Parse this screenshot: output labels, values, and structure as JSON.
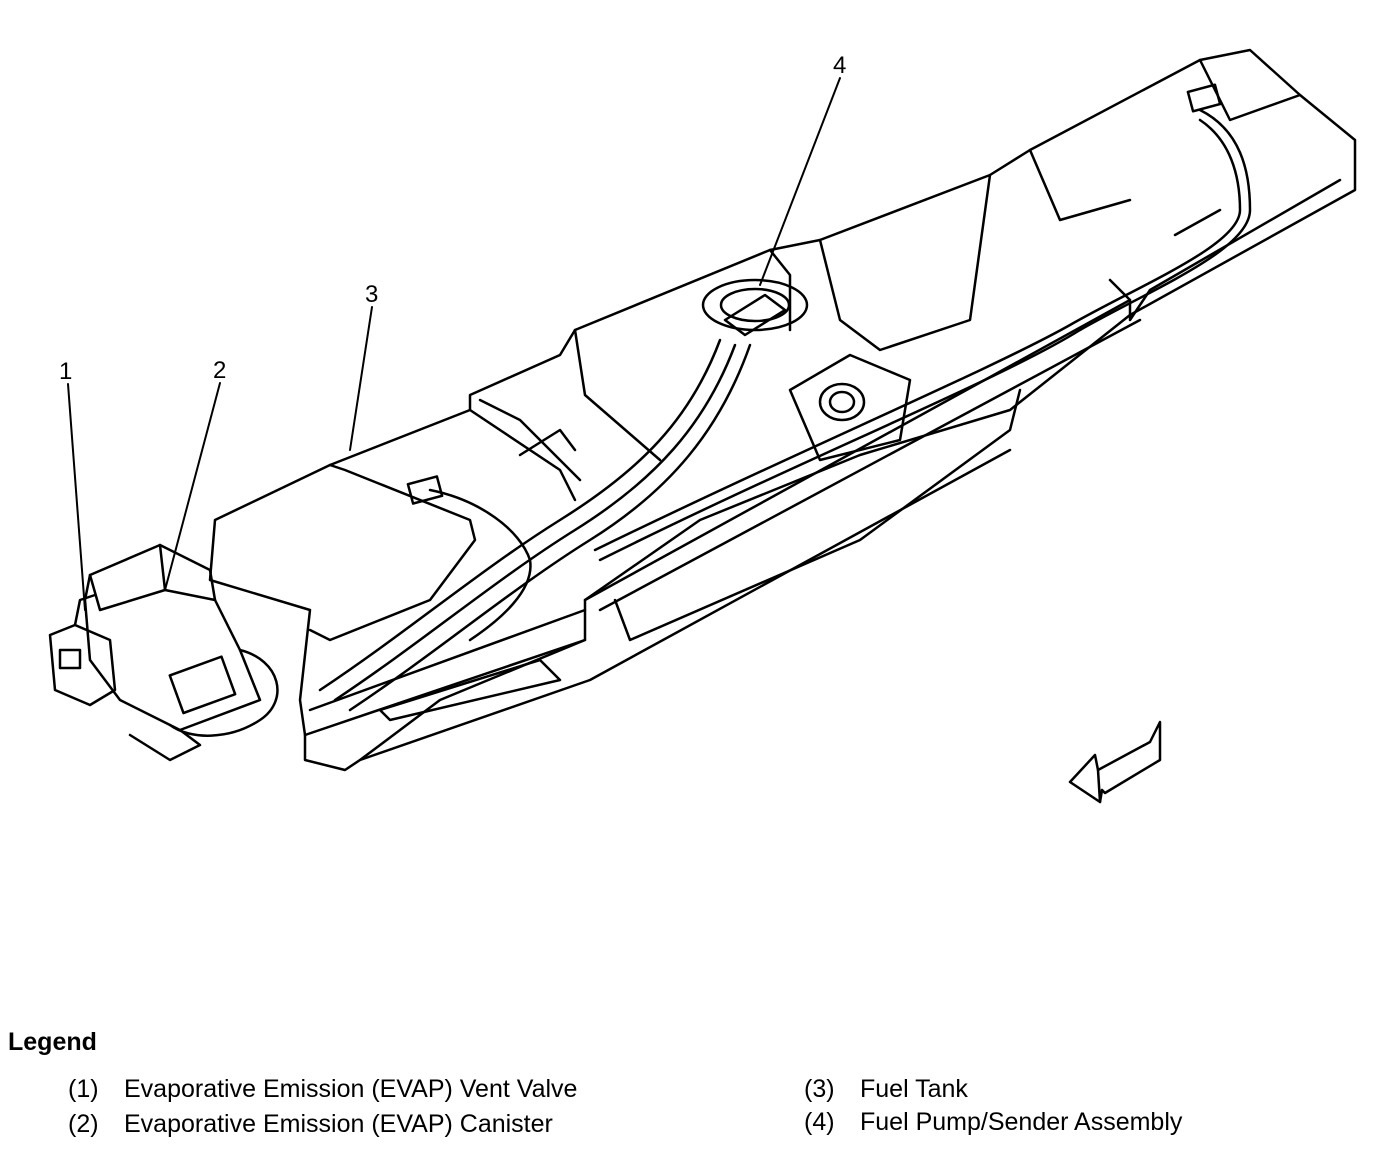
{
  "callouts": [
    "1",
    "2",
    "3",
    "4"
  ],
  "legend": {
    "title": "Legend",
    "items": [
      {
        "num": "(1)",
        "label": "Evaporative Emission (EVAP) Vent Valve"
      },
      {
        "num": "(2)",
        "label": "Evaporative Emission (EVAP) Canister"
      },
      {
        "num": "(3)",
        "label": "Fuel Tank"
      },
      {
        "num": "(4)",
        "label": "Fuel Pump/Sender Assembly"
      }
    ]
  }
}
